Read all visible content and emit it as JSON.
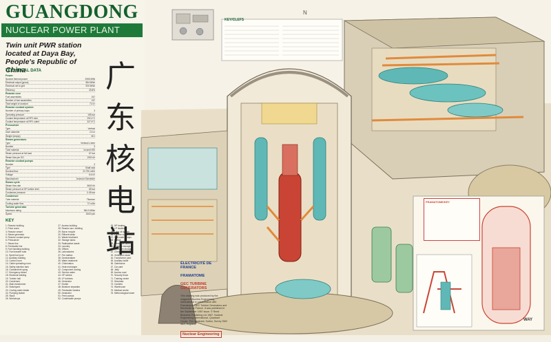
{
  "header": {
    "title": "GUANGDONG",
    "subtitle": "NUCLEAR POWER PLANT",
    "tagline": "Twin unit PWR station located at Daya Bay, People's Republic of China",
    "chinese_title": "广东核电站"
  },
  "sections": {
    "technical_data": "TECHNICAL DATA",
    "key": "KEY",
    "legend": "KEY/CLEFS",
    "small_box": "FRAMATOME/KEY"
  },
  "spec_rows": [
    {
      "label": "Power",
      "value": "",
      "section": true
    },
    {
      "label": "Nuclear thermal power",
      "value": "2905 MWt"
    },
    {
      "label": "Electrical output (gross)",
      "value": "984 MWe"
    },
    {
      "label": "Electrical net to grid",
      "value": "930 MWe"
    },
    {
      "label": "Efficiency",
      "value": "33.8%"
    },
    {
      "label": "Reactor core",
      "value": "",
      "section": true
    },
    {
      "label": "Fuel assemblies",
      "value": "157"
    },
    {
      "label": "Number of fuel assemblies",
      "value": "157"
    },
    {
      "label": "Total weight of uranium",
      "value": "72.5 t"
    },
    {
      "label": "Reactor coolant system",
      "value": "",
      "section": true
    },
    {
      "label": "Number of primary loops",
      "value": "3"
    },
    {
      "label": "Operating pressure",
      "value": "155 bar"
    },
    {
      "label": "Coolant temperature at RPV inlet",
      "value": "292.4°C"
    },
    {
      "label": "Coolant temperature at RPV outlet",
      "value": "327.6°C"
    },
    {
      "label": "Pressurizer",
      "value": "",
      "section": true
    },
    {
      "label": "Type",
      "value": "Vertical"
    },
    {
      "label": "Inner diameter",
      "value": "2.5 m"
    },
    {
      "label": "Weight (empty)",
      "value": "80 t"
    },
    {
      "label": "Steam generators",
      "value": "",
      "section": true
    },
    {
      "label": "Type",
      "value": "Vertical U-tube"
    },
    {
      "label": "Number",
      "value": "3"
    },
    {
      "label": "Tube material",
      "value": "Inconel 690"
    },
    {
      "label": "Steam pressure at full load",
      "value": "67 bar"
    },
    {
      "label": "Steam flow per SG",
      "value": "1900 t/h"
    },
    {
      "label": "Reactor coolant pumps",
      "value": "",
      "section": true
    },
    {
      "label": "Number",
      "value": "3"
    },
    {
      "label": "Type",
      "value": "Shaft seal"
    },
    {
      "label": "Nominal flow",
      "value": "23 790 m3/h"
    },
    {
      "label": "Voltage",
      "value": "6.6 kV"
    },
    {
      "label": "Manufacturer",
      "value": "Jeumont Schneider"
    },
    {
      "label": "Steam cycle",
      "value": "",
      "section": true
    },
    {
      "label": "Steam flow rate",
      "value": "5600 t/h"
    },
    {
      "label": "Steam pressure at HP turbine inlet",
      "value": "65 bar"
    },
    {
      "label": "Condenser pressure",
      "value": "0.05 bar"
    },
    {
      "label": "Condenser",
      "value": "",
      "section": true
    },
    {
      "label": "Tube material",
      "value": "Titanium"
    },
    {
      "label": "Cooling water flow",
      "value": "72 m3/s"
    },
    {
      "label": "Turbine generator",
      "value": "",
      "section": true
    },
    {
      "label": "Maximum rating",
      "value": "984.5 MWe"
    },
    {
      "label": "Speed",
      "value": "1500 rpm"
    },
    {
      "label": "Generator voltage",
      "value": "24 kV"
    },
    {
      "label": "Generator cooling",
      "value": "Hydrogen/water"
    }
  ],
  "key_columns": [
    [
      "1. Reactor building",
      "2. Polar crane",
      "3. Reactor vessel",
      "4. Steam generator",
      "5. Reactor coolant pump",
      "6. Pressurizer",
      "7. Steam line",
      "8. Feedwater line",
      "9. Fuel handling building",
      "10. Fuel transfer tube",
      "11. Spent fuel pool",
      "12. Auxiliary building",
      "13. Control room",
      "14. Cable spreading room",
      "15. Safety injection tank",
      "16. Containment spray",
      "17. Emergency diesel",
      "18. Electrical building",
      "19. Turbine hall",
      "20. Condenser",
      "21. Main transformer",
      "22. Switchyard",
      "23. Cooling water intake",
      "24. Pumping station",
      "25. Stack",
      "26. Workshops"
    ],
    [
      "27. Access building",
      "28. Reactor aux. building",
      "29. Boron recycle",
      "30. Effluent tanks",
      "31. Waste treatment",
      "32. Storage tanks",
      "33. Radioactive waste",
      "34. Laundry",
      "35. Offices",
      "36. Laboratories",
      "37. Fire station",
      "38. Demineralizer",
      "39. Water treatment",
      "40. Chlorination",
      "41. Heat exchanger",
      "42. Component cooling",
      "43. Service water",
      "44. HP turbine",
      "45. LP turbines",
      "46. Generator",
      "47. Exciter",
      "48. Moisture separator",
      "49. Feedwater heaters",
      "50. Deaerator",
      "51. Feed pumps",
      "52. Condensate pumps"
    ],
    [
      "53. HP heaters",
      "54. LP heaters",
      "55. Lube oil system",
      "56. Turbine crane",
      "57. Sea water pumps",
      "58. Outfall",
      "59. Diesel fuel tanks",
      "60. Nitrogen storage",
      "61. Hydrogen storage",
      "62. Compressed air",
      "63. Ventilation stack",
      "64. Transformer yard",
      "65. Auxiliary boiler",
      "66. Gatehouse",
      "67. Car park",
      "68. Jetty",
      "69. Access road",
      "70. Security fence",
      "71. Training centre",
      "72. Simulator",
      "73. Canteen",
      "74. Warehouse",
      "75. Medical centre",
      "76. Meteorological tower"
    ]
  ],
  "credits": {
    "logo1": "ÉLECTRICITÉ DE FRANCE",
    "logo2": "FRAMATOME",
    "logo3": "GEC TURBINE GENERATORS",
    "text": "This drawing was produced by the magazine Nuclear Engineering International in collaboration with Framatome, GEC Turbine Generators and Electricité de France. It was published in the September 1987 issue. © Reed Business Publishing Ltd 1987. Nuclear Engineering International, Quadrant House, The Quadrant, Sutton, Surrey SM2 5AS, England.",
    "publisher": "Nuclear Engineering"
  },
  "colors": {
    "brand_green": "#14602f",
    "cyan_equipment": "#5fb8b5",
    "orange_piping": "#e08a3c",
    "red_core": "#c94434",
    "yellow_structure": "#e9c877"
  },
  "misc": {
    "way_label": "WAY",
    "compass": "N"
  }
}
